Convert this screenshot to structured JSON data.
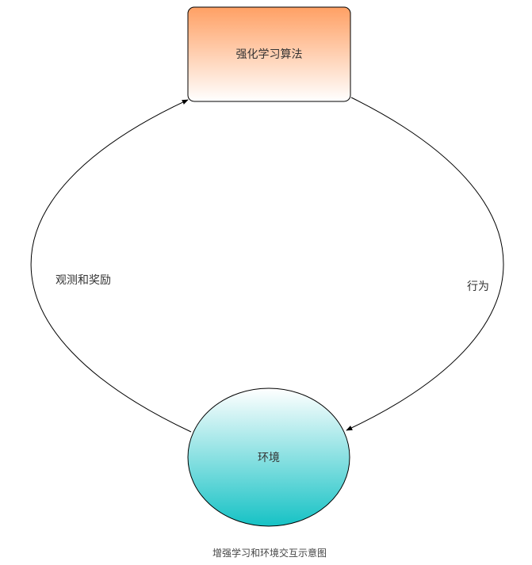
{
  "diagram": {
    "nodes": {
      "algorithm": {
        "label": "强化学习算法",
        "shape": "rounded-rectangle",
        "gradient_top": "#ffa064",
        "gradient_bottom": "#ffffff"
      },
      "environment": {
        "label": "环境",
        "shape": "circle",
        "gradient_top": "#ffffff",
        "gradient_bottom": "#16c2c5"
      }
    },
    "edges": {
      "observation": {
        "label": "观测和奖励",
        "from": "environment",
        "to": "algorithm"
      },
      "action": {
        "label": "行为",
        "from": "algorithm",
        "to": "environment"
      }
    },
    "stroke_color": "#000000"
  },
  "caption": "增强学习和环境交互示意图"
}
